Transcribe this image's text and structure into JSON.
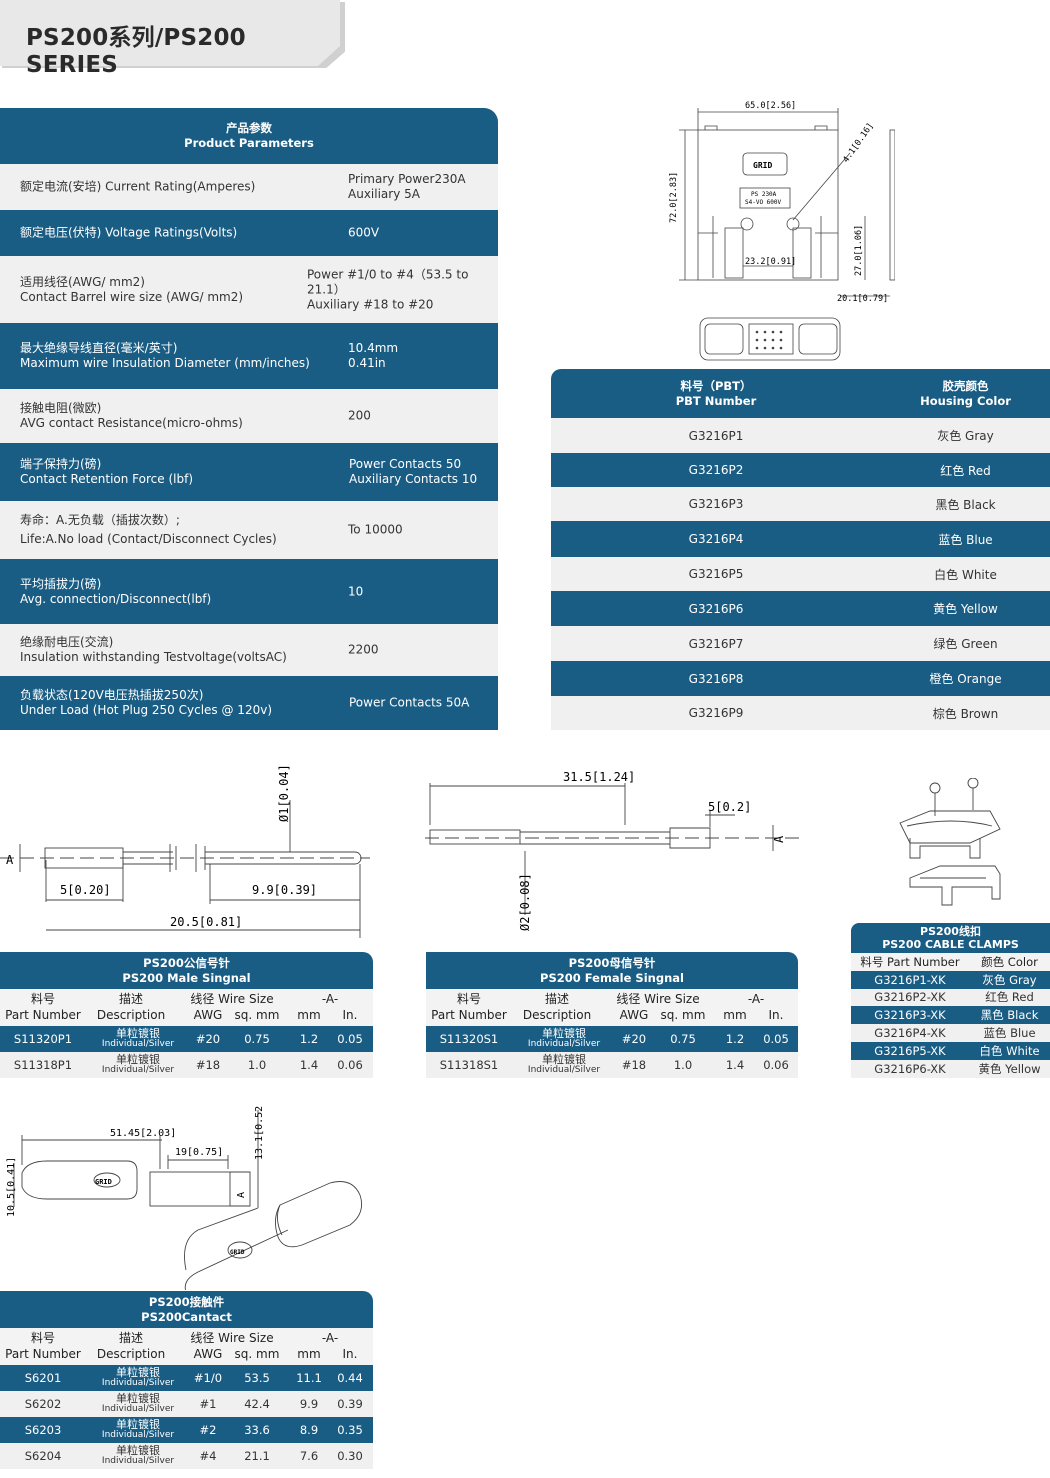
{
  "header": {
    "title": "PS200系列/PS200 SERIES"
  },
  "product_parameters": {
    "title_cn": "产品参数",
    "title_en": "Product Parameters",
    "rows": [
      {
        "label_cn": "额定电流(安培)  Current Rating(Amperes)",
        "label_en": "",
        "value1": "Primary Power230A",
        "value2": "Auxiliary 5A"
      },
      {
        "label_cn": "额定电压(伏特)  Voltage Ratings(Volts)",
        "label_en": "",
        "value1": "600V",
        "value2": ""
      },
      {
        "label_cn": "适用线径(AWG/ mm2)",
        "label_en": "Contact Barrel wire size (AWG/ mm2)",
        "value1": "Power #1/0 to #4（53.5 to 21.1）",
        "value2": "Auxiliary #18 to #20"
      },
      {
        "label_cn": "最大绝缘导线直径(毫米/英寸)",
        "label_en": "Maximum wire Insulation Diameter (mm/inches)",
        "value1": "10.4mm",
        "value2": "0.41in"
      },
      {
        "label_cn": "接触电阻(微欧)",
        "label_en": "AVG contact Resistance(micro-ohms)",
        "value1": "200",
        "value2": ""
      },
      {
        "label_cn": "端子保持力(磅)",
        "label_en": "Contact Retention Force (lbf)",
        "value1": "Power Contacts 50",
        "value2": "Auxiliary Contacts 10"
      },
      {
        "label_cn": "寿命：A.无负载（插拔次数）;",
        "label_en": "Life:A.No load (Contact/Disconnect Cycles)",
        "value1": "To 10000",
        "value2": ""
      },
      {
        "label_cn": "平均插拔力(磅)",
        "label_en": "Avg. connection/Disconnect(lbf)",
        "value1": "10",
        "value2": ""
      },
      {
        "label_cn": "绝缘耐电压(交流)",
        "label_en": "Insulation withstanding Testvoltage(voltsAC)",
        "value1": "2200",
        "value2": ""
      },
      {
        "label_cn": "负载状态(120V电压热插拔250次)",
        "label_en": "Under Load (Hot Plug 250 Cycles @ 120v)",
        "value1": "Power Contacts 50A",
        "value2": ""
      }
    ]
  },
  "pbt_table": {
    "col1_cn": "料号（PBT）",
    "col1_en": "PBT Number",
    "col2_cn": "胶壳颜色",
    "col2_en": "Housing Color",
    "rows": [
      [
        "G3216P1",
        "灰色 Gray"
      ],
      [
        "G3216P2",
        "红色 Red"
      ],
      [
        "G3216P3",
        "黑色 Black"
      ],
      [
        "G3216P4",
        "蓝色 Blue"
      ],
      [
        "G3216P5",
        "白色 White"
      ],
      [
        "G3216P6",
        "黄色 Yellow"
      ],
      [
        "G3216P7",
        "绿色 Green"
      ],
      [
        "G3216P8",
        "橙色 Orange"
      ],
      [
        "G3216P9",
        "棕色 Brown"
      ]
    ]
  },
  "housing_drawing": {
    "dim_width": "65.0[2.56]",
    "dim_height": "72.0[2.83]",
    "dim_hole": "4.1[0.16]",
    "dim_lower": "23.2[0.91]",
    "dim_side": "27.0[1.06]",
    "dim_depth": "20.1[0.79]",
    "label_power": "PS 230A",
    "label_awg": "S4-VO 600V",
    "logo_text": "GRID"
  },
  "male_drawing": {
    "dim_dia": "Ø1[0.04]",
    "dim_a": "A",
    "dim_5": "5[0.20]",
    "dim_99": "9.9[0.39]",
    "dim_205": "20.5[0.81]"
  },
  "female_drawing": {
    "dim_315": "31.5[1.24]",
    "dim_5": "5[0.2]",
    "dim_a": "A",
    "dim_dia": "Ø2[0.08]"
  },
  "contact_drawing": {
    "dim_5145": "51.45[2.03]",
    "dim_19": "19[0.75]",
    "dim_131": "13.1[0.52]",
    "dim_105": "10.5[0.41]",
    "dim_a": "A",
    "logo_text": "GRID"
  },
  "male_table": {
    "title_cn": "PS200公信号针",
    "title_en": "PS200 Male Singnal",
    "h_part_cn": "料号",
    "h_part_en": "Part Number",
    "h_desc_cn": "描述",
    "h_desc_en": "Description",
    "h_wire": "线径 Wire Size",
    "h_a": "-A-",
    "h_awg": "AWG",
    "h_sq": "sq. mm",
    "h_mm": "mm",
    "h_in": "In.",
    "rows": [
      {
        "part": "S11320P1",
        "desc_cn": "单粒镀银",
        "desc_en": "Individual/Silver",
        "awg": "#20",
        "sq": "0.75",
        "mm": "1.2",
        "in": "0.05"
      },
      {
        "part": "S11318P1",
        "desc_cn": "单粒镀银",
        "desc_en": "Individual/Silver",
        "awg": "#18",
        "sq": "1.0",
        "mm": "1.4",
        "in": "0.06"
      }
    ]
  },
  "female_table": {
    "title_cn": "PS200母信号针",
    "title_en": "PS200 Female Singnal",
    "h_part_cn": "料号",
    "h_part_en": "Part Number",
    "h_desc_cn": "描述",
    "h_desc_en": "Description",
    "h_wire": "线径 Wire Size",
    "h_a": "-A-",
    "h_awg": "AWG",
    "h_sq": "sq. mm",
    "h_mm": "mm",
    "h_in": "In.",
    "rows": [
      {
        "part": "S11320S1",
        "desc_cn": "单粒镀银",
        "desc_en": "Individual/Silver",
        "awg": "#20",
        "sq": "0.75",
        "mm": "1.2",
        "in": "0.05"
      },
      {
        "part": "S11318S1",
        "desc_cn": "单粒镀银",
        "desc_en": "Individual/Silver",
        "awg": "#18",
        "sq": "1.0",
        "mm": "1.4",
        "in": "0.06"
      }
    ]
  },
  "clamps_table": {
    "title_cn": "PS200线扣",
    "title_en": "PS200 CABLE CLAMPS",
    "h_part": "料号 Part Number",
    "h_color": "颜色 Color",
    "rows": [
      [
        "G3216P1-XK",
        "灰色 Gray"
      ],
      [
        "G3216P2-XK",
        "红色 Red"
      ],
      [
        "G3216P3-XK",
        "黑色 Black"
      ],
      [
        "G3216P4-XK",
        "蓝色 Blue"
      ],
      [
        "G3216P5-XK",
        "白色 White"
      ],
      [
        "G3216P6-XK",
        "黄色 Yellow"
      ]
    ]
  },
  "contact_table": {
    "title_cn": "PS200接触件",
    "title_en": "PS200Cantact",
    "h_part_cn": "料号",
    "h_part_en": "Part Number",
    "h_desc_cn": "描述",
    "h_desc_en": "Description",
    "h_wire": "线径 Wire Size",
    "h_a": "-A-",
    "h_awg": "AWG",
    "h_sq": "sq. mm",
    "h_mm": "mm",
    "h_in": "In.",
    "rows": [
      {
        "part": "S6201",
        "desc_cn": "单粒镀银",
        "desc_en": "Individual/Silver",
        "awg": "#1/0",
        "sq": "53.5",
        "mm": "11.1",
        "in": "0.44"
      },
      {
        "part": "S6202",
        "desc_cn": "单粒镀银",
        "desc_en": "Individual/Silver",
        "awg": "#1",
        "sq": "42.4",
        "mm": "9.9",
        "in": "0.39"
      },
      {
        "part": "S6203",
        "desc_cn": "单粒镀银",
        "desc_en": "Individual/Silver",
        "awg": "#2",
        "sq": "33.6",
        "mm": "8.9",
        "in": "0.35"
      },
      {
        "part": "S6204",
        "desc_cn": "单粒镀银",
        "desc_en": "Individual/Silver",
        "awg": "#4",
        "sq": "21.1",
        "mm": "7.6",
        "in": "0.30"
      }
    ]
  },
  "colors": {
    "brand_blue": "#1a5d84",
    "row_grey": "#f0f0f0",
    "header_tab": "#e6e6e6"
  }
}
